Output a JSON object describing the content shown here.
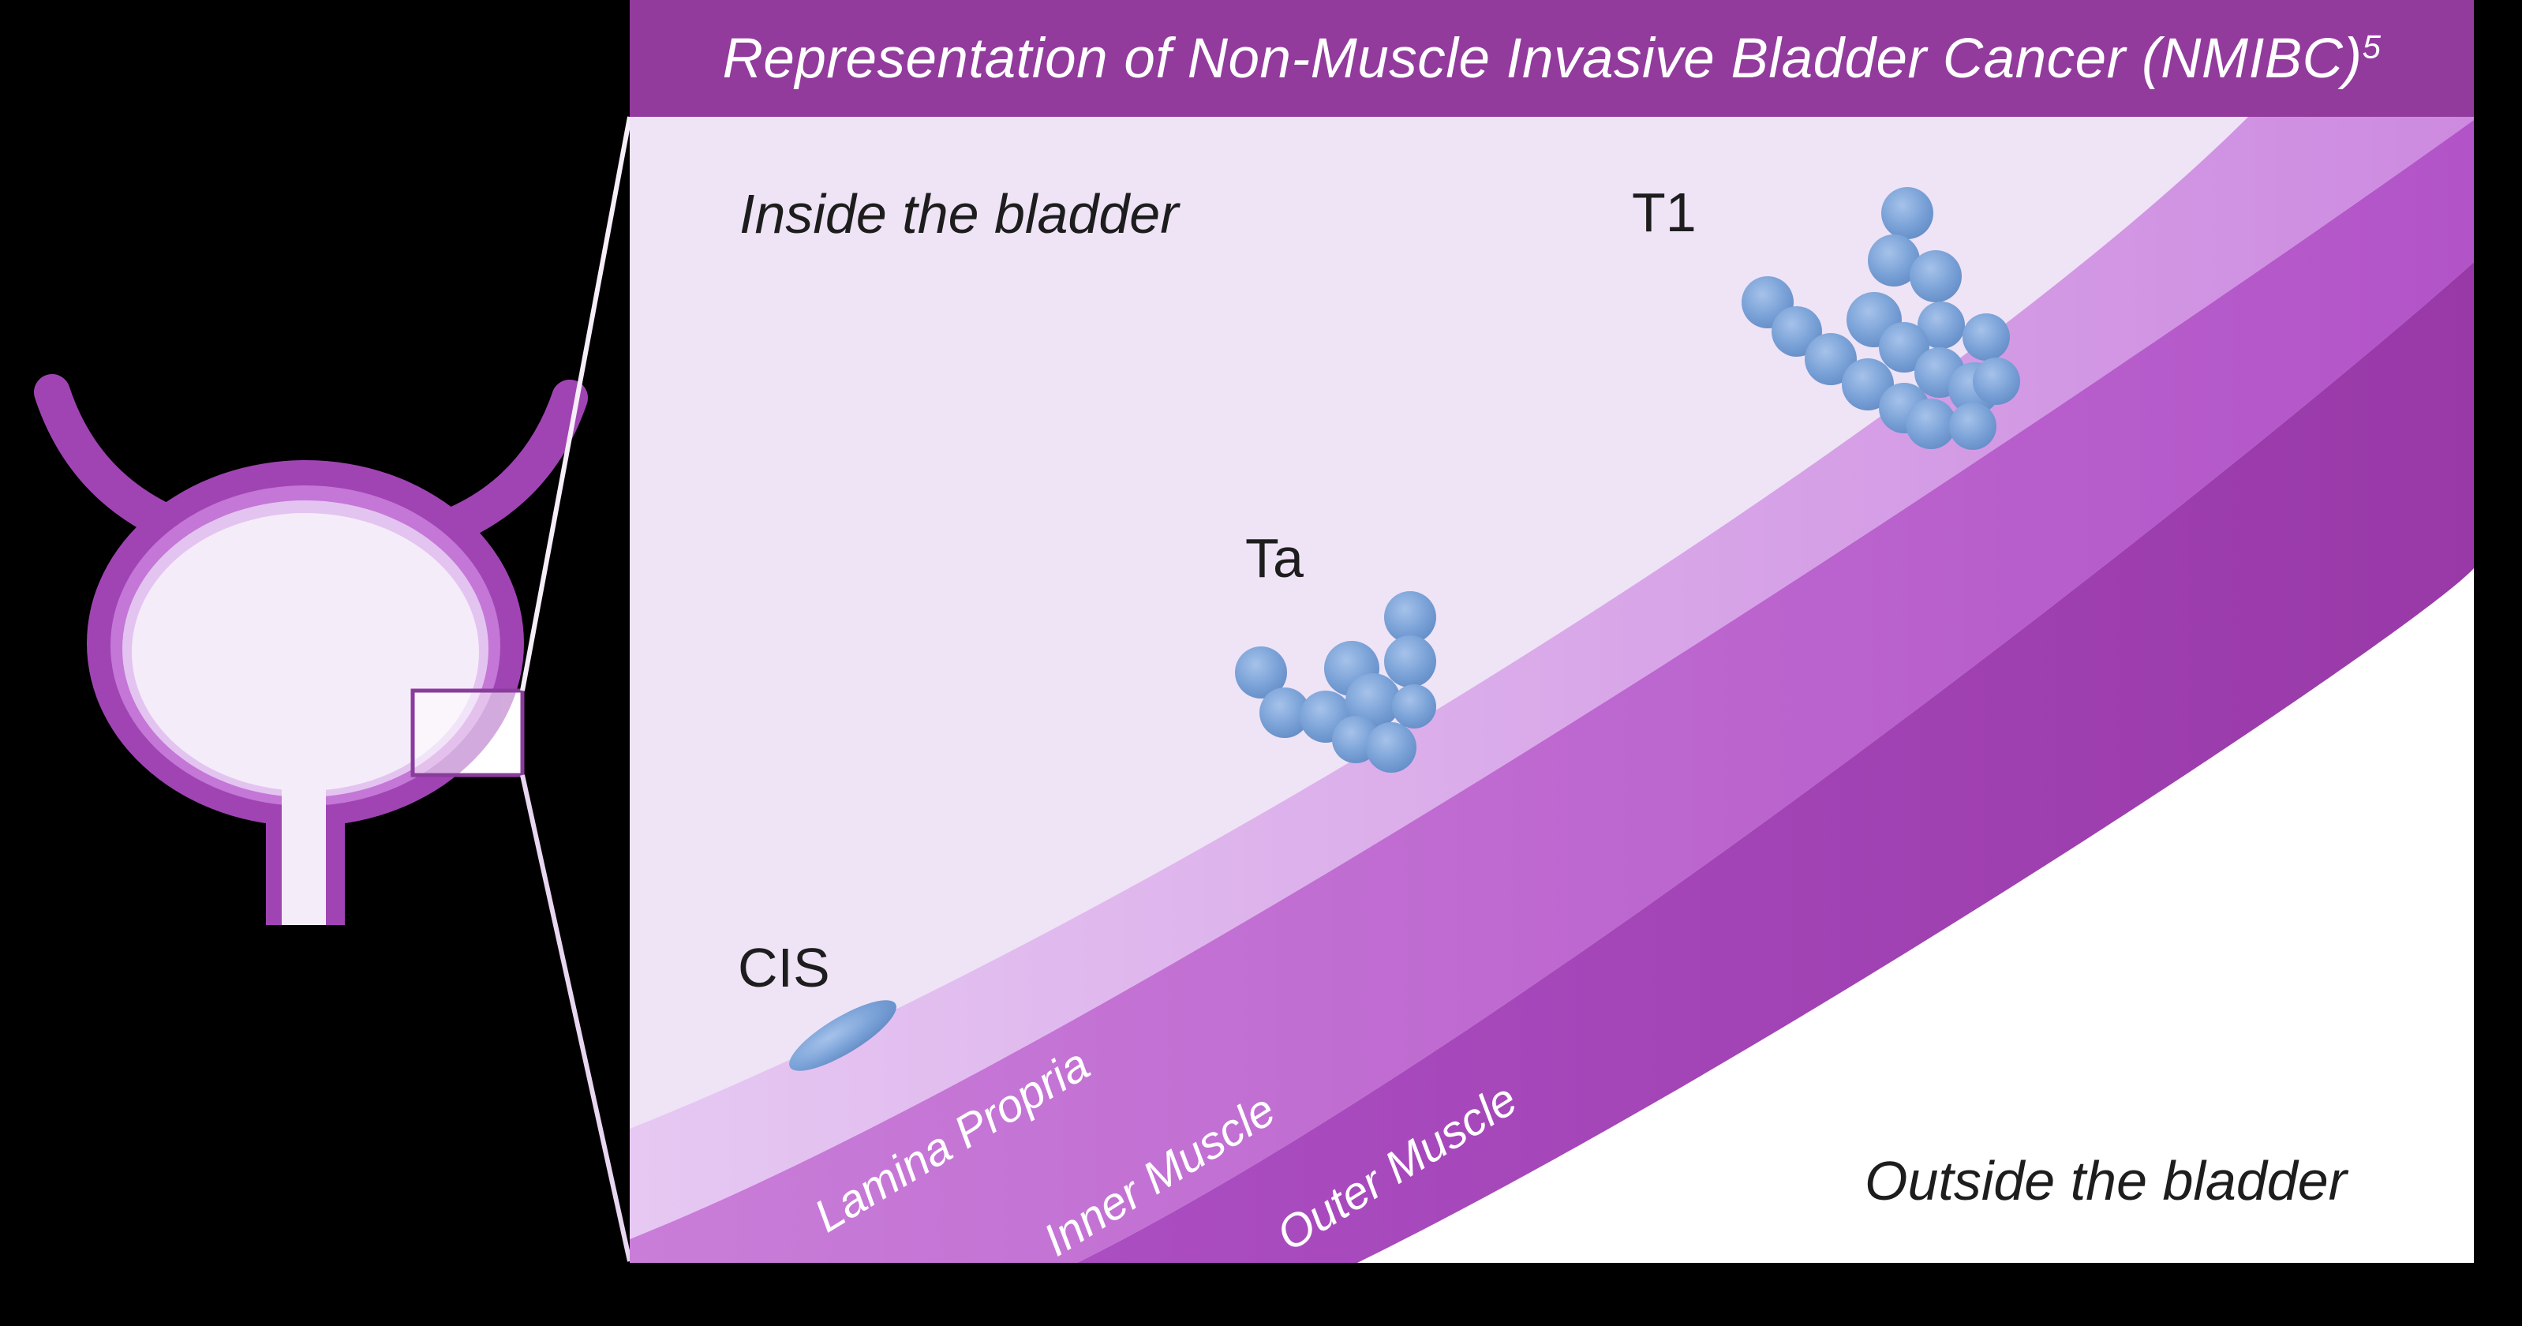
{
  "title": {
    "text": "Representation of Non-Muscle Invasive Bladder Cancer (NMIBC)",
    "superscript": "5"
  },
  "regions": {
    "inside": "Inside the bladder",
    "outside": "Outside the bladder"
  },
  "stages": {
    "t1": "T1",
    "ta": "Ta",
    "cis": "CIS"
  },
  "layers": {
    "lamina_propria": "Lamina Propria",
    "inner_muscle": "Inner Muscle",
    "outer_muscle": "Outer Muscle"
  },
  "colors": {
    "background": "#000000",
    "title_bar": "#923b9d",
    "title_text": "#ffffff",
    "text_dark": "#1d1d1d",
    "layer_label_text": "#ffffff",
    "band_inside": "#efe3f6",
    "band_lamina_a": "#e6c8f2",
    "band_lamina_b": "#cd8ae0",
    "band_inner_a": "#c97dd8",
    "band_inner_b": "#b254c8",
    "band_outer_a": "#ab4ec2",
    "band_outer_b": "#9939a8",
    "outside_area": "#ffffff",
    "tumor_highlight": "#a6c2ea",
    "tumor_mid": "#7ba3d8",
    "tumor_edge": "#6089c4",
    "bladder_wall_outer": "#a044b4",
    "bladder_wall_mid": "#c477d6",
    "bladder_wall_inner": "#e3c4f0",
    "bladder_lumen": "#f5ecf9",
    "zoom_box_fill": "#ffffff",
    "zoom_box_border": "#8a3c9c",
    "callout_line_top": "#f6eef9",
    "callout_line_bottom": "#e8d7f1"
  }
}
